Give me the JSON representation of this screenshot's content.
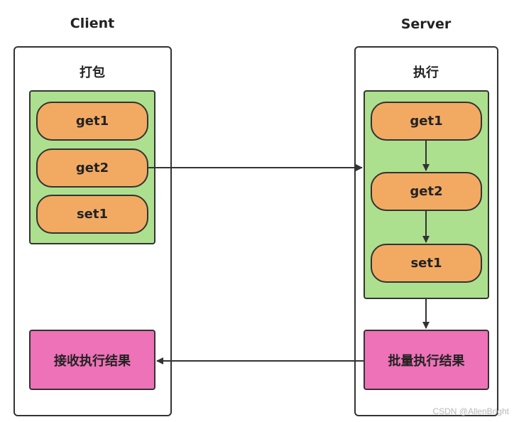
{
  "client": {
    "title": "Client",
    "panel_label": "打包",
    "commands": [
      "get1",
      "get2",
      "set1"
    ],
    "result_label": "接收执行结果"
  },
  "server": {
    "title": "Server",
    "panel_label": "执行",
    "commands": [
      "get1",
      "get2",
      "set1"
    ],
    "result_label": "批量执行结果"
  },
  "colors": {
    "command_fill": "#f2aa63",
    "group_fill": "#ade08e",
    "result_fill": "#ed72b7"
  },
  "watermark": "CSDN @AllenBright"
}
